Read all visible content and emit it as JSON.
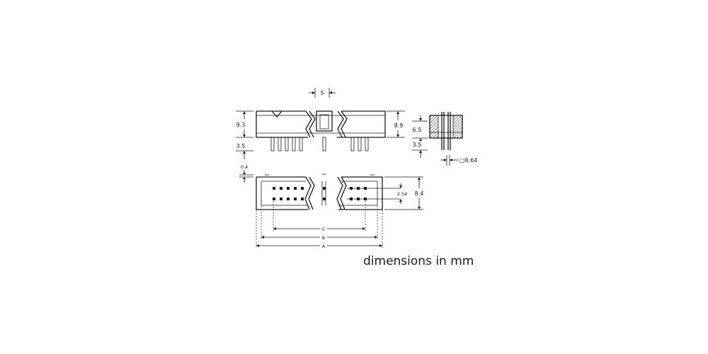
{
  "dimensions": {
    "top_pitch": "5",
    "body_height": "9.3",
    "total_height": "8.9",
    "pin_length_front": "3.5",
    "side_height": "6.5",
    "pin_length_side": "3.5",
    "pin_size": "□0.64",
    "wall": "0.4",
    "pitch": "2.54",
    "width": "8.4",
    "len_c": "C",
    "len_b": "B",
    "len_a": "A"
  },
  "caption": "dimensions in mm"
}
